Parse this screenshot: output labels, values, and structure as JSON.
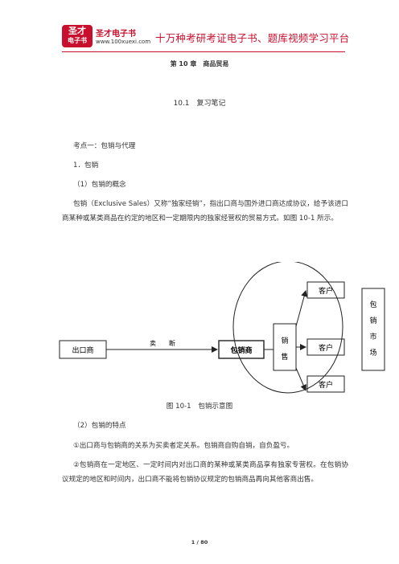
{
  "header": {
    "logo_line1": "圣才",
    "logo_line2": "电子书",
    "brand_name": "圣才电子书",
    "brand_url": "www.100xuexi.com",
    "tagline": "十万种考研考证电子书、题库视频学习平台"
  },
  "doc": {
    "chapter_title": "第 10 章　商品贸易",
    "section_title": "10.1　复习笔记",
    "point1": "考点一：包销与代理",
    "item1": "1．包销",
    "sub1": "（1）包销的概念",
    "para1": "包销（Exclusive Sales）又称“独家经销”，指出口商与国外进口商达成协议，给予该进口商某种或某类商品在约定的地区和一定期限内的独家经营权的贸易方式。如图 10-1 所示。",
    "figure_caption": "图 10-1　包销示意图",
    "sub2": "（2）包销的特点",
    "para2": "①出口商与包销商的关系为买卖者定关系。包销商自购自销，自负盈亏。",
    "para3": "②包销商在一定地区、一定时间内对出口商的某种或某类商品享有独家专营权。在包销协议规定的地区和时间内，出口商不能将包销协议规定的包销商品再向其他客商出售。",
    "page_number": "1 / 80"
  },
  "diagram": {
    "exporter": "出口商",
    "arrow_label": "卖　　断",
    "distributor": "包销商",
    "sales_1": "销",
    "sales_2": "售",
    "customer_1": "客户",
    "customer_2": "客户",
    "customer_3": "客户",
    "market_1": "包",
    "market_2": "销",
    "market_3": "市",
    "market_4": "场"
  }
}
